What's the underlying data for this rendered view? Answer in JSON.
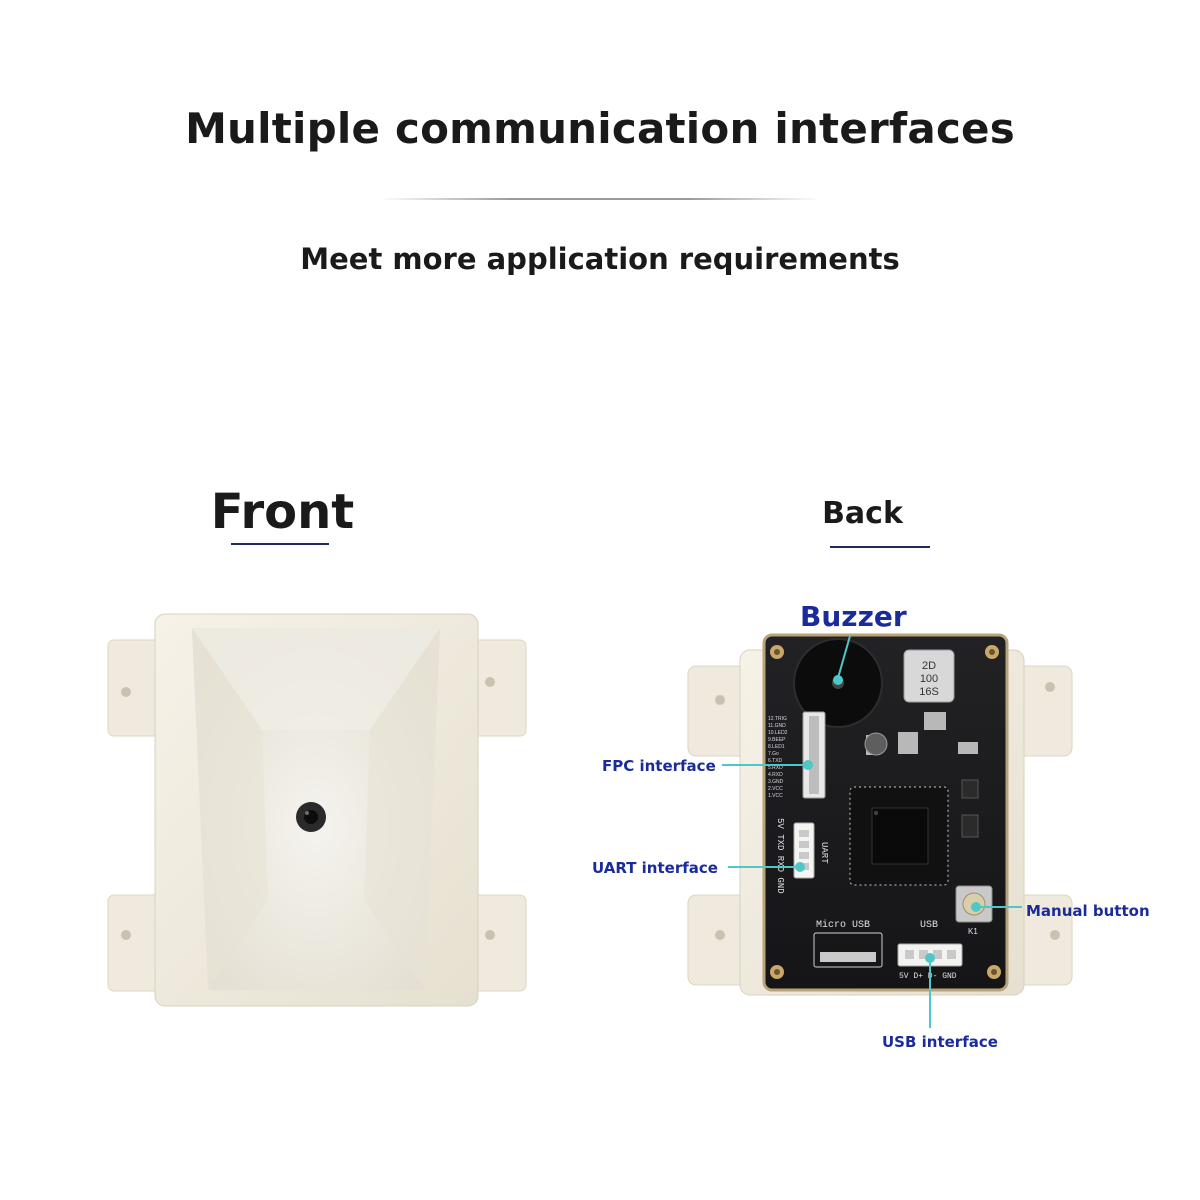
{
  "header": {
    "title": "Multiple communication interfaces",
    "subtitle": "Meet more application requirements"
  },
  "views": {
    "front": {
      "label": "Front"
    },
    "back": {
      "label": "Back"
    }
  },
  "callouts": {
    "buzzer": "Buzzer",
    "fpc": "FPC interface",
    "uart": "UART interface",
    "manual_button": "Manual button",
    "usb": "USB interface"
  },
  "board_markings": {
    "capacitor": [
      "2D",
      "100",
      "16S"
    ],
    "uart_pins": "5V TXD RXD GND",
    "uart_header": "UART",
    "micro_usb": "Micro USB",
    "usb": "USB",
    "usb_pins": "5V D+ D- GND",
    "button_ref": "K1",
    "fpc_pins": [
      "12.TRIG",
      "11.GND",
      "10.LED2",
      "9.BEEP",
      "8.LED1",
      "7.Go",
      "6.TXD",
      "5.RXD",
      "4.RXD",
      "3.GND",
      "2.VCC",
      "1.VCC"
    ]
  },
  "colors": {
    "callout_text": "#1a2b9a",
    "leader_line": "#4fc7c9",
    "housing": "#efeade",
    "pcb": "#1c1c1e",
    "rule": "#1f2a5a"
  }
}
